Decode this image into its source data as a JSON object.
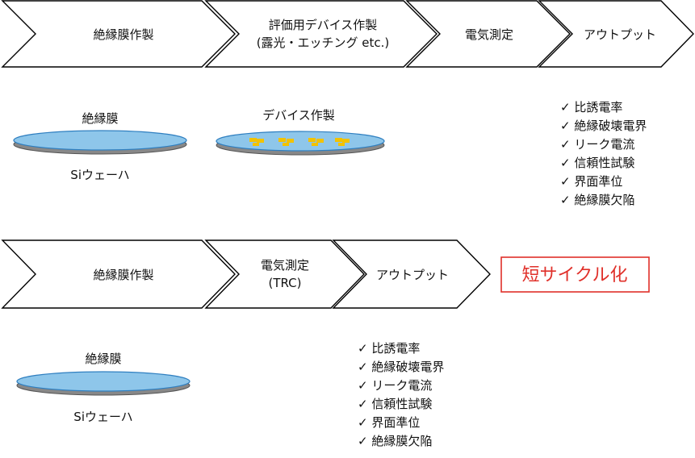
{
  "flow_top": {
    "steps": [
      {
        "lines": [
          "絶縁膜作製"
        ]
      },
      {
        "lines": [
          "評価用デバイス作製",
          "(露光・エッチング etc.)"
        ]
      },
      {
        "lines": [
          "電気測定"
        ]
      },
      {
        "lines": [
          "アウトプット"
        ]
      }
    ],
    "wafer1": {
      "top_label": "絶縁膜",
      "bottom_label": "Siウェーハ"
    },
    "wafer2": {
      "top_label": "デバイス作製"
    },
    "outputs": [
      "比誘電率",
      "絶縁破壊電界",
      "リーク電流",
      "信頼性試験",
      "界面準位",
      "絶縁膜欠陥"
    ]
  },
  "flow_bottom": {
    "steps": [
      {
        "lines": [
          "絶縁膜作製"
        ]
      },
      {
        "lines": [
          "電気測定",
          "(TRC)"
        ]
      },
      {
        "lines": [
          "アウトプット"
        ]
      }
    ],
    "highlight": "短サイクル化",
    "wafer": {
      "top_label": "絶縁膜",
      "bottom_label": "Siウェーハ"
    },
    "outputs": [
      "比誘電率",
      "絶縁破壊電界",
      "リーク電流",
      "信頼性試験",
      "界面準位",
      "絶縁膜欠陥"
    ]
  },
  "check_mark": "✓",
  "colors": {
    "wafer_top": "#8ec6ea",
    "wafer_edge": "#888888",
    "device_pad": "#f2c200",
    "highlight": "#e0302a"
  }
}
